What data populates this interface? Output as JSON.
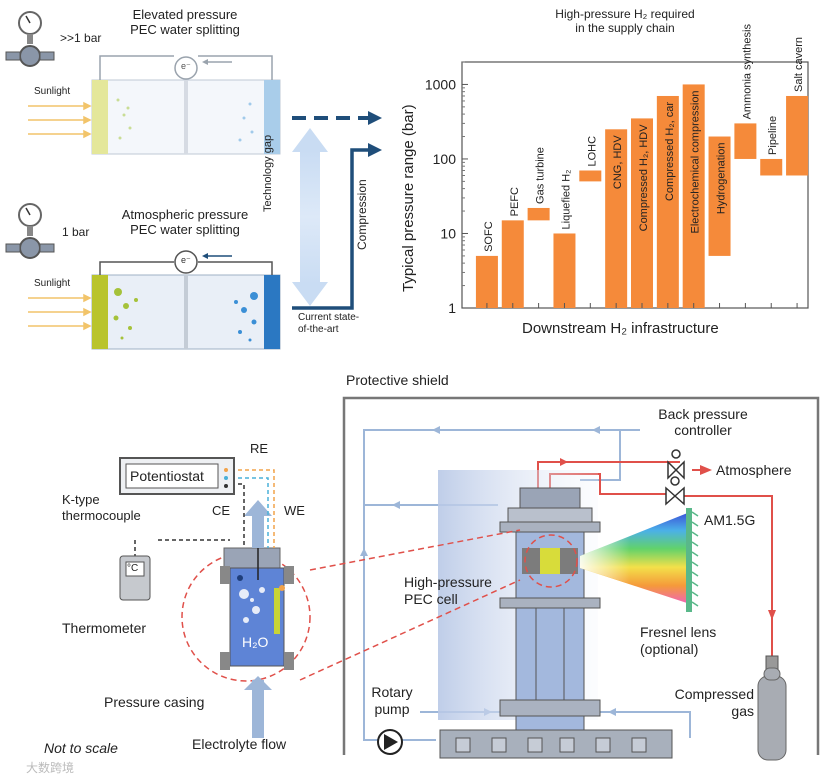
{
  "colors": {
    "bar_orange": "#f58a3a",
    "arrow_dark_blue": "#1f4e7a",
    "light_blue": "#a9c7e8",
    "red_line": "#e0504a",
    "steel": "#5a6e8c"
  },
  "icons": [
    "pressure-gauge-icon",
    "sunlight-arrows-icon",
    "electron-icon",
    "rotary-pump-icon",
    "gas-cylinder-icon",
    "valve-icon",
    "thermometer-icon"
  ],
  "top_left": {
    "elevated_title_1": "Elevated pressure",
    "elevated_title_2": "PEC water splitting",
    "elevated_pressure": ">>1 bar",
    "atm_title_1": "Atmospheric pressure",
    "atm_title_2": "PEC water splitting",
    "atm_pressure": "1 bar",
    "sunlight": "Sunlight",
    "electron": "e⁻",
    "technology_gap": "Technology gap",
    "compression": "Compression",
    "current_state_1": "Current state-",
    "current_state_2": "of-the-art"
  },
  "chart_data": {
    "type": "bar",
    "title": "High-pressure H₂ required in the supply chain",
    "title_line1": "High-pressure H₂ required",
    "title_line2": "in the supply chain",
    "xlabel": "Downstream H₂  infrastructure",
    "ylabel": "Typical pressure range (bar)",
    "yscale": "log",
    "ylim": [
      1,
      2000
    ],
    "yticks": [
      "1",
      "10",
      "100",
      "1000"
    ],
    "grid": false,
    "bar_color": "#f58a3a",
    "series": [
      {
        "values": [
          {
            "label": "SOFC",
            "low": 1,
            "high": 5
          },
          {
            "label": "PEFC",
            "low": 1,
            "high": 15
          },
          {
            "label": "Gas turbine",
            "low": 15,
            "high": 22
          },
          {
            "label": "Liquefied H₂",
            "low": 1,
            "high": 10
          },
          {
            "label": "LOHC",
            "low": 50,
            "high": 70
          },
          {
            "label": "CNG, HDV",
            "low": 1,
            "high": 250
          },
          {
            "label": "Compressed H₂, HDV",
            "low": 1,
            "high": 350
          },
          {
            "label": "Compressed H₂, car",
            "low": 1,
            "high": 700
          },
          {
            "label": "Electrochemical compression",
            "low": 1,
            "high": 1000
          },
          {
            "label": "Hydrogenation",
            "low": 5,
            "high": 200
          },
          {
            "label": "Ammonia synthesis",
            "low": 100,
            "high": 300
          },
          {
            "label": "Pipeline",
            "low": 60,
            "high": 100
          },
          {
            "label": "Salt cavern",
            "low": 60,
            "high": 700
          }
        ]
      }
    ]
  },
  "bottom": {
    "protective_shield": "Protective shield",
    "back_pressure_1": "Back pressure",
    "back_pressure_2": "controller",
    "atmosphere": "Atmosphere",
    "am15g": "AM1.5G",
    "potentiostat": "Potentiostat",
    "re": "RE",
    "ce": "CE",
    "we": "WE",
    "ktype_1": "K-type",
    "ktype_2": "thermocouple",
    "thermometer": "Thermometer",
    "thermometer_unit": "°C",
    "h2o": "H₂O",
    "hp_cell_1": "High-pressure",
    "hp_cell_2": "PEC cell",
    "fresnel_1": "Fresnel lens",
    "fresnel_2": "(optional)",
    "rotary_1": "Rotary",
    "rotary_2": "pump",
    "compressed_1": "Compressed",
    "compressed_2": "gas",
    "pressure_casing": "Pressure casing",
    "electrolyte_flow": "Electrolyte flow",
    "not_to_scale": "Not to scale",
    "watermark": "大数跨境"
  }
}
